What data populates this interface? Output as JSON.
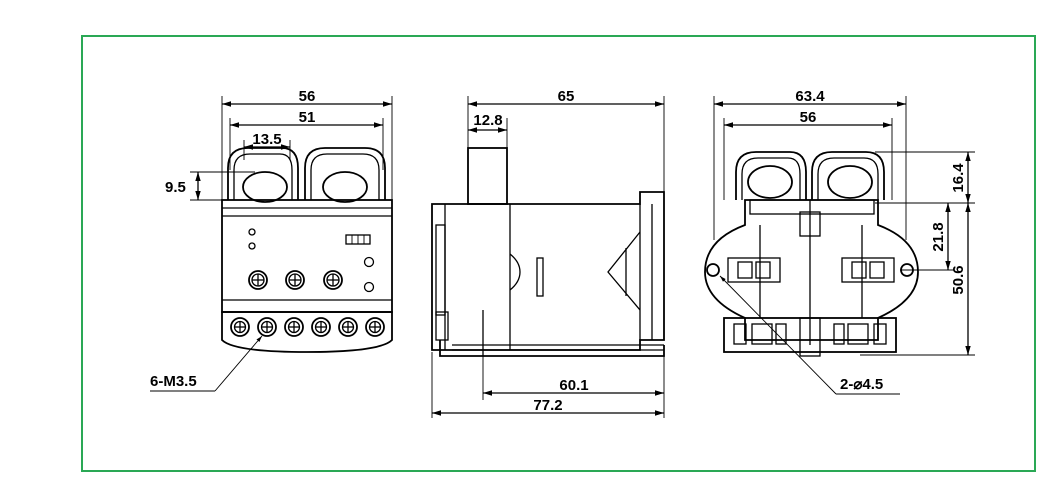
{
  "colors": {
    "frame": "#2aa855",
    "lines": "#000000",
    "background": "#ffffff"
  },
  "views": {
    "front": {
      "width_total": "56",
      "width_inner": "51",
      "hole_width": "13.5",
      "hole_height": "9.5",
      "screw_label": "6-M3.5"
    },
    "side": {
      "length_top": "65",
      "offset_top": "12.8",
      "length_base": "60.1",
      "length_total": "77.2"
    },
    "rear": {
      "width_total": "63.4",
      "width_inner": "56",
      "height_top": "16.4",
      "height_mid": "21.8",
      "height_total": "50.6",
      "hole_label": "2-⌀4.5"
    }
  }
}
